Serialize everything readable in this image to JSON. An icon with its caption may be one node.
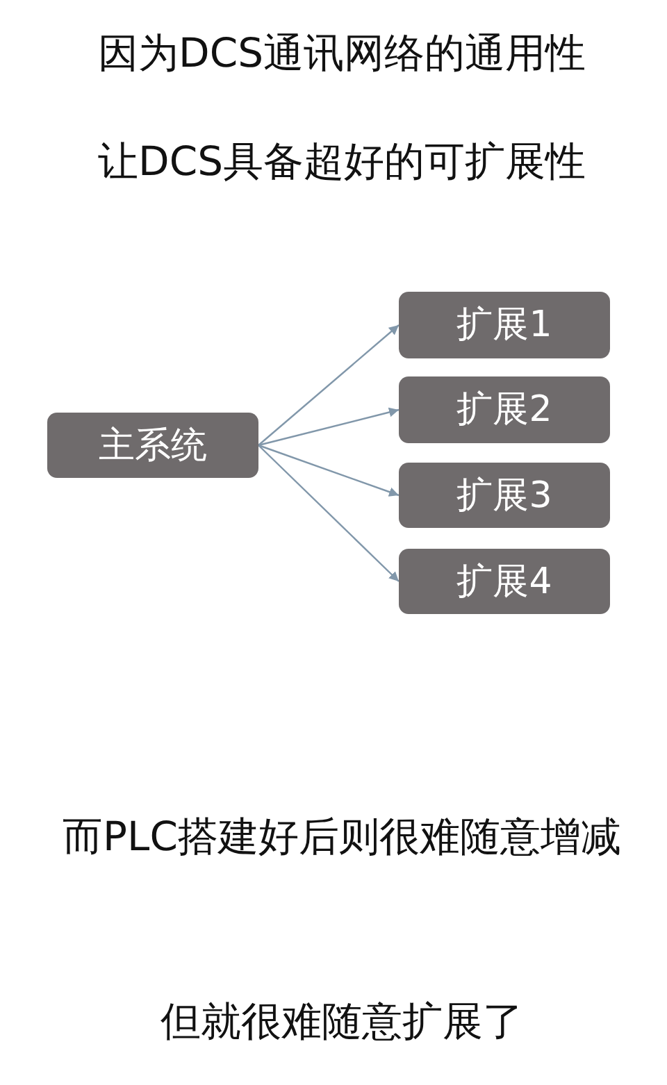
{
  "diagram": {
    "nodes": [
      {
        "text": [
          "主系统"
        ]
      },
      {
        "text": [
          "扩展1"
        ]
      },
      {
        "text": [
          "扩展2"
        ]
      },
      {
        "text": [
          "扩展3"
        ]
      },
      {
        "text": [
          "扩展4"
        ]
      }
    ],
    "edges": [
      {
        "from": 0,
        "to": 1,
        "arrow": "to"
      },
      {
        "from": 0,
        "to": 2,
        "arrow": "to"
      },
      {
        "from": 0,
        "to": 3,
        "arrow": "to"
      },
      {
        "from": 0,
        "to": 4,
        "arrow": "to"
      }
    ],
    "labels": [
      "因为DCS通讯网络的通用性",
      "让DCS具备超好的可扩展性",
      "而PLC搭建好后则很难随意增减",
      "但就很难随意扩展了"
    ]
  }
}
